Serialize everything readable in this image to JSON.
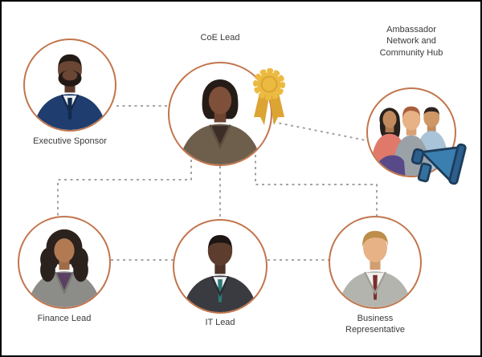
{
  "diagram": {
    "title_hint": "Center of Excellence roles diagram",
    "nodes": [
      {
        "id": "executive-sponsor",
        "label": "Executive Sponsor"
      },
      {
        "id": "coe-lead",
        "label": "CoE Lead"
      },
      {
        "id": "ambassador-hub",
        "label": "Ambassador Network and Community Hub"
      },
      {
        "id": "finance-lead",
        "label": "Finance Lead"
      },
      {
        "id": "it-lead",
        "label": "IT Lead"
      },
      {
        "id": "business-representative",
        "label": "Business Representative"
      }
    ],
    "edges": [
      {
        "from": "executive-sponsor",
        "to": "coe-lead"
      },
      {
        "from": "coe-lead",
        "to": "ambassador-hub"
      },
      {
        "from": "coe-lead",
        "to": "finance-lead"
      },
      {
        "from": "coe-lead",
        "to": "it-lead"
      },
      {
        "from": "coe-lead",
        "to": "business-representative"
      },
      {
        "from": "finance-lead",
        "to": "it-lead"
      },
      {
        "from": "it-lead",
        "to": "business-representative"
      }
    ],
    "icons": [
      {
        "name": "award-ribbon-icon",
        "attached_to": "coe-lead"
      },
      {
        "name": "megaphone-icon",
        "attached_to": "ambassador-hub"
      }
    ],
    "colors": {
      "circle_border": "#c2754c",
      "connector": "#a3a3a3",
      "background": "#ffffff",
      "label_text": "#3a3a3a",
      "award_gold": "#ecba41",
      "megaphone_blue": "#3b7fb0"
    }
  }
}
